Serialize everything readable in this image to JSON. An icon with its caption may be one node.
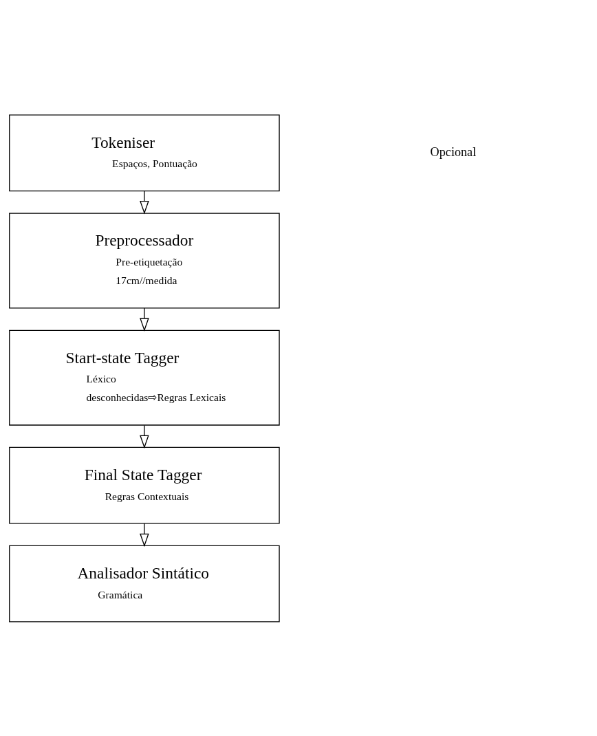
{
  "diagram": {
    "nodes": [
      {
        "text": [
          "Tokeniser",
          "Espaços, Pontuação"
        ]
      },
      {
        "text": [
          "Preprocessador",
          "Pre-etiquetação",
          "17cm//medida"
        ]
      },
      {
        "text": [
          "Start-state Tagger",
          "Léxico",
          "desconhecidas⇨Regras Lexicais"
        ]
      },
      {
        "text": [
          "Final State Tagger",
          "Regras Contextuais"
        ]
      },
      {
        "text": [
          "Analisador Sintático",
          "Gramática"
        ]
      }
    ],
    "edges": [
      {
        "from": 0,
        "to": 1,
        "arrow": "to"
      },
      {
        "from": 1,
        "to": 2,
        "arrow": "to"
      },
      {
        "from": 2,
        "to": 3,
        "arrow": "to"
      },
      {
        "from": 3,
        "to": 4,
        "arrow": "to"
      }
    ],
    "labels": [
      "Opcional"
    ]
  }
}
